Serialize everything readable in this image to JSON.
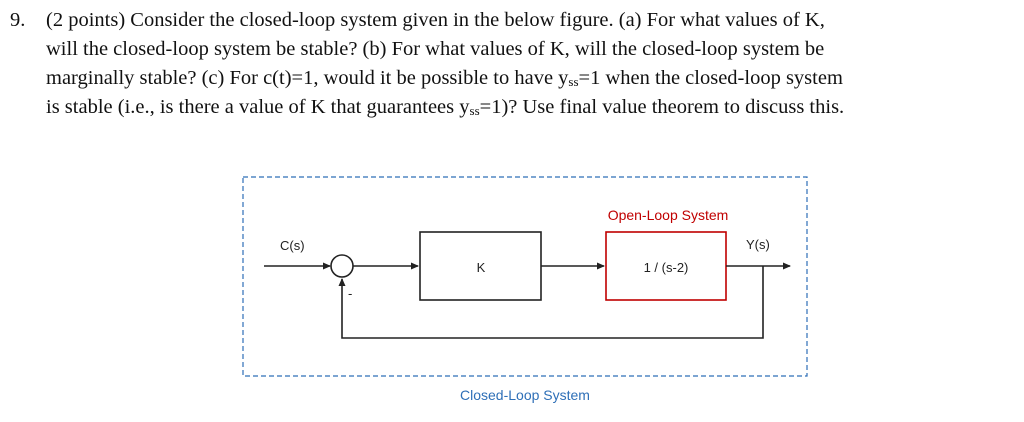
{
  "question": {
    "number": "9.",
    "line1": "(2 points) Consider the closed-loop system given in the below figure.  (a) For what values of K,",
    "line2": "will the closed-loop system be stable?  (b) For what values of K, will the closed-loop system be",
    "line3_a": "marginally stable?  (c) For c(t)=1, would it be possible to have y",
    "line3_sub": "ss",
    "line3_b": "=1 when the closed-loop system",
    "line4_a": "is stable (i.e., is there a value of K that guarantees y",
    "line4_sub": "ss",
    "line4_b": "=1)?  Use final value theorem to discuss this."
  },
  "diagram": {
    "input_label": "C(s)",
    "output_label": "Y(s)",
    "controller_label": "K",
    "plant_label": "1 / (s-2)",
    "feedback_sign": "-",
    "open_loop_label": "Open-Loop System",
    "closed_loop_label": "Closed-Loop System",
    "colors": {
      "closed_loop_border": "#2e6fb7",
      "open_loop_border": "#c00000",
      "open_loop_text": "#c00000",
      "closed_loop_text": "#2e6fb7",
      "line": "#222222"
    }
  }
}
